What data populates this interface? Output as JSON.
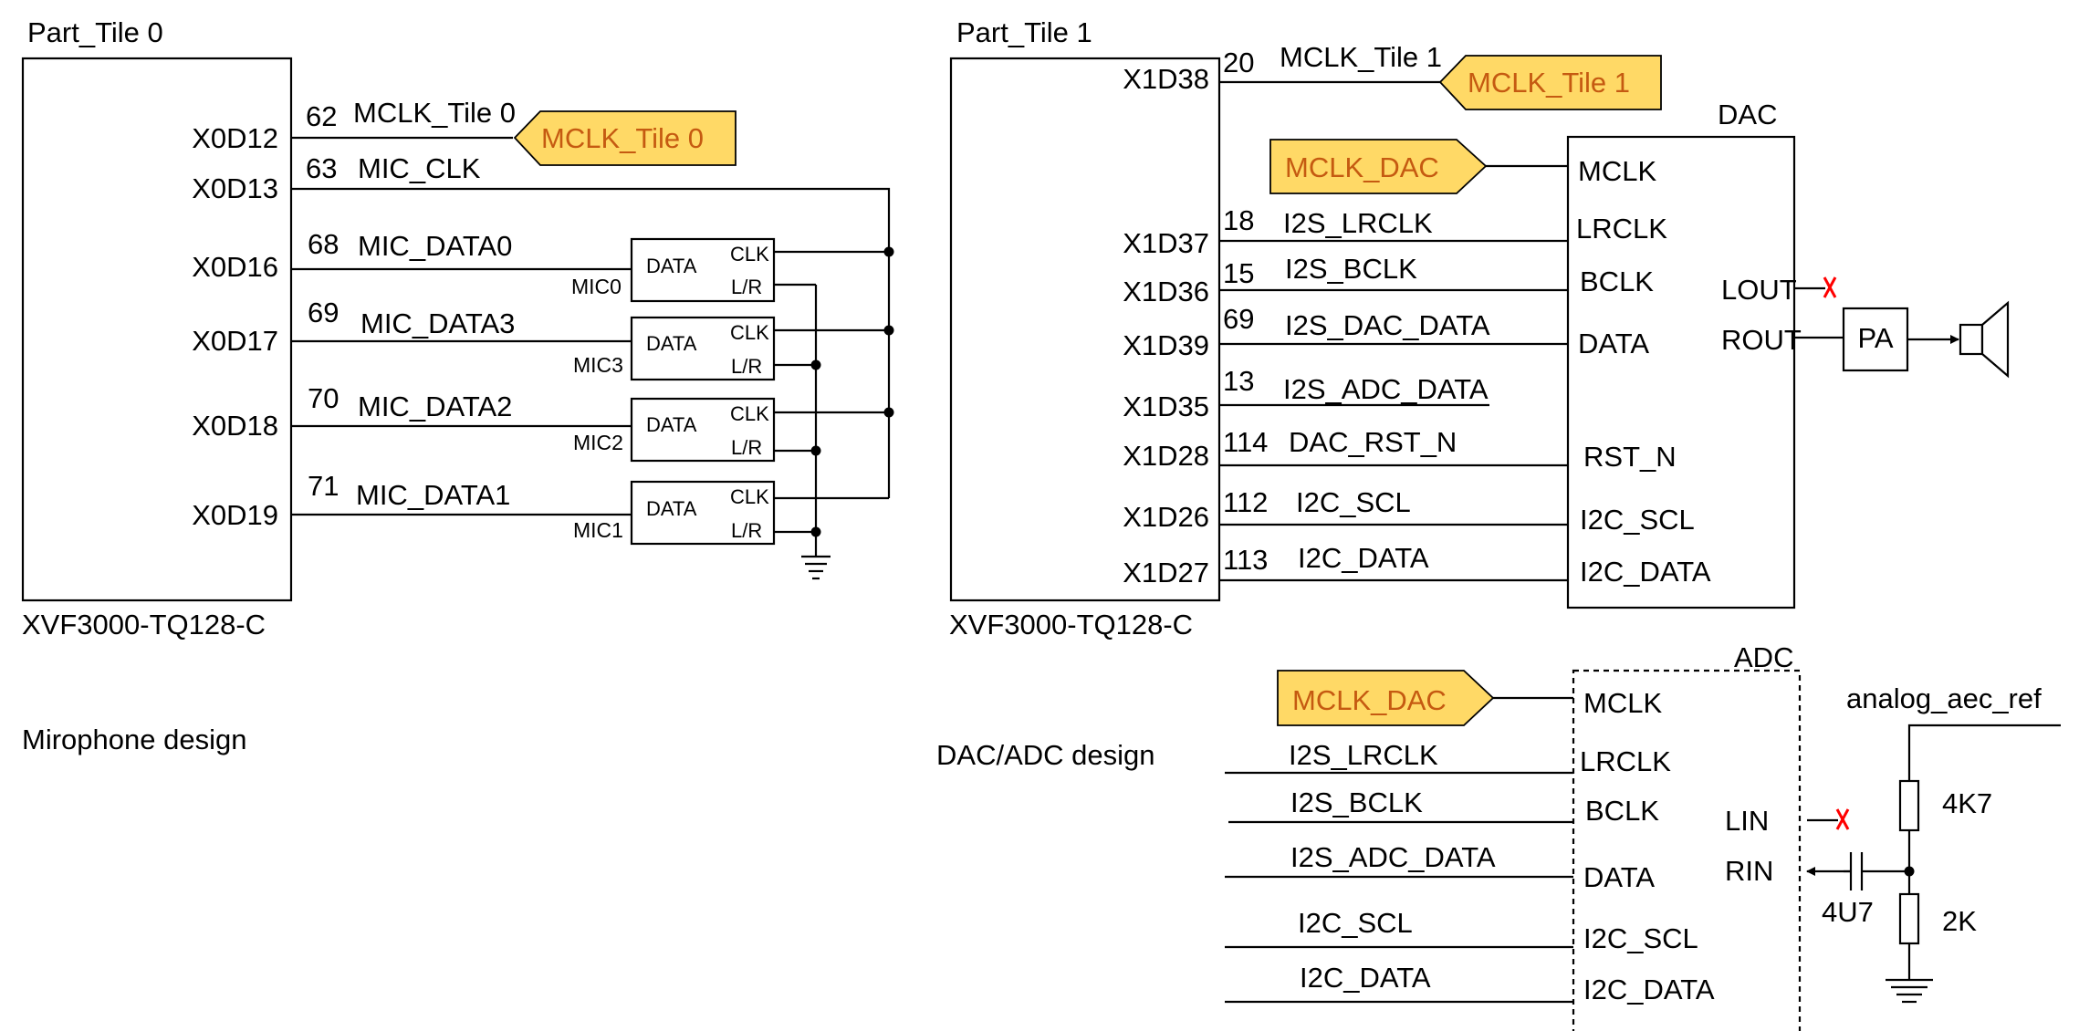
{
  "tile0": {
    "title": "Part_Tile 0",
    "chip": "XVF3000-TQ128-C",
    "caption": "Mirophone design",
    "pins": [
      {
        "pin": "X0D12",
        "num": "62",
        "net": "MCLK_Tile 0"
      },
      {
        "pin": "X0D13",
        "num": "63",
        "net": "MIC_CLK"
      },
      {
        "pin": "X0D16",
        "num": "68",
        "net": "MIC_DATA0"
      },
      {
        "pin": "X0D17",
        "num": "69",
        "net": "MIC_DATA3"
      },
      {
        "pin": "X0D18",
        "num": "70",
        "net": "MIC_DATA2"
      },
      {
        "pin": "X0D19",
        "num": "71",
        "net": "MIC_DATA1"
      }
    ],
    "mclk_tag": "MCLK_Tile 0",
    "mics": [
      {
        "name": "MIC0",
        "data": "DATA",
        "clk": "CLK",
        "lr": "L/R"
      },
      {
        "name": "MIC3",
        "data": "DATA",
        "clk": "CLK",
        "lr": "L/R"
      },
      {
        "name": "MIC2",
        "data": "DATA",
        "clk": "CLK",
        "lr": "L/R"
      },
      {
        "name": "MIC1",
        "data": "DATA",
        "clk": "CLK",
        "lr": "L/R"
      }
    ]
  },
  "tile1": {
    "title": "Part_Tile 1",
    "chip": "XVF3000-TQ128-C",
    "caption": "DAC/ADC design",
    "mclk_pin": {
      "pin": "X1D38",
      "num": "20",
      "net": "MCLK_Tile 1"
    },
    "mclk_tag": "MCLK_Tile 1",
    "pins": [
      {
        "pin": "X1D37",
        "num": "18",
        "net": "I2S_LRCLK"
      },
      {
        "pin": "X1D36",
        "num": "15",
        "net": "I2S_BCLK"
      },
      {
        "pin": "X1D39",
        "num": "69",
        "net": "I2S_DAC_DATA"
      },
      {
        "pin": "X1D35",
        "num": "13",
        "net": "I2S_ADC_DATA"
      },
      {
        "pin": "X1D28",
        "num": "114",
        "net": "DAC_RST_N"
      },
      {
        "pin": "X1D26",
        "num": "112",
        "net": "I2C_SCL"
      },
      {
        "pin": "X1D27",
        "num": "113",
        "net": "I2C_DATA"
      }
    ]
  },
  "dac": {
    "title": "DAC",
    "mclk_tag": "MCLK_DAC",
    "inputs": [
      "MCLK",
      "LRCLK",
      "BCLK",
      "DATA",
      "RST_N",
      "I2C_SCL",
      "I2C_DATA"
    ],
    "lout": "LOUT",
    "rout": "ROUT",
    "pa": "PA"
  },
  "adc": {
    "title": "ADC",
    "mclk_tag": "MCLK_DAC",
    "inputs": [
      "MCLK",
      "LRCLK",
      "BCLK",
      "DATA",
      "I2C_SCL",
      "I2C_DATA"
    ],
    "nets": [
      "I2S_LRCLK",
      "I2S_BCLK",
      "I2S_ADC_DATA",
      "I2C_SCL",
      "I2C_DATA"
    ],
    "lin": "LIN",
    "rin": "RIN",
    "ref": "analog_aec_ref",
    "r1": "4K7",
    "r2": "2K",
    "cap": "4U7"
  },
  "colors": {
    "tag_fill": "#ffd966",
    "tag_text": "#c55a11",
    "nc_mark": "#ff0000"
  }
}
